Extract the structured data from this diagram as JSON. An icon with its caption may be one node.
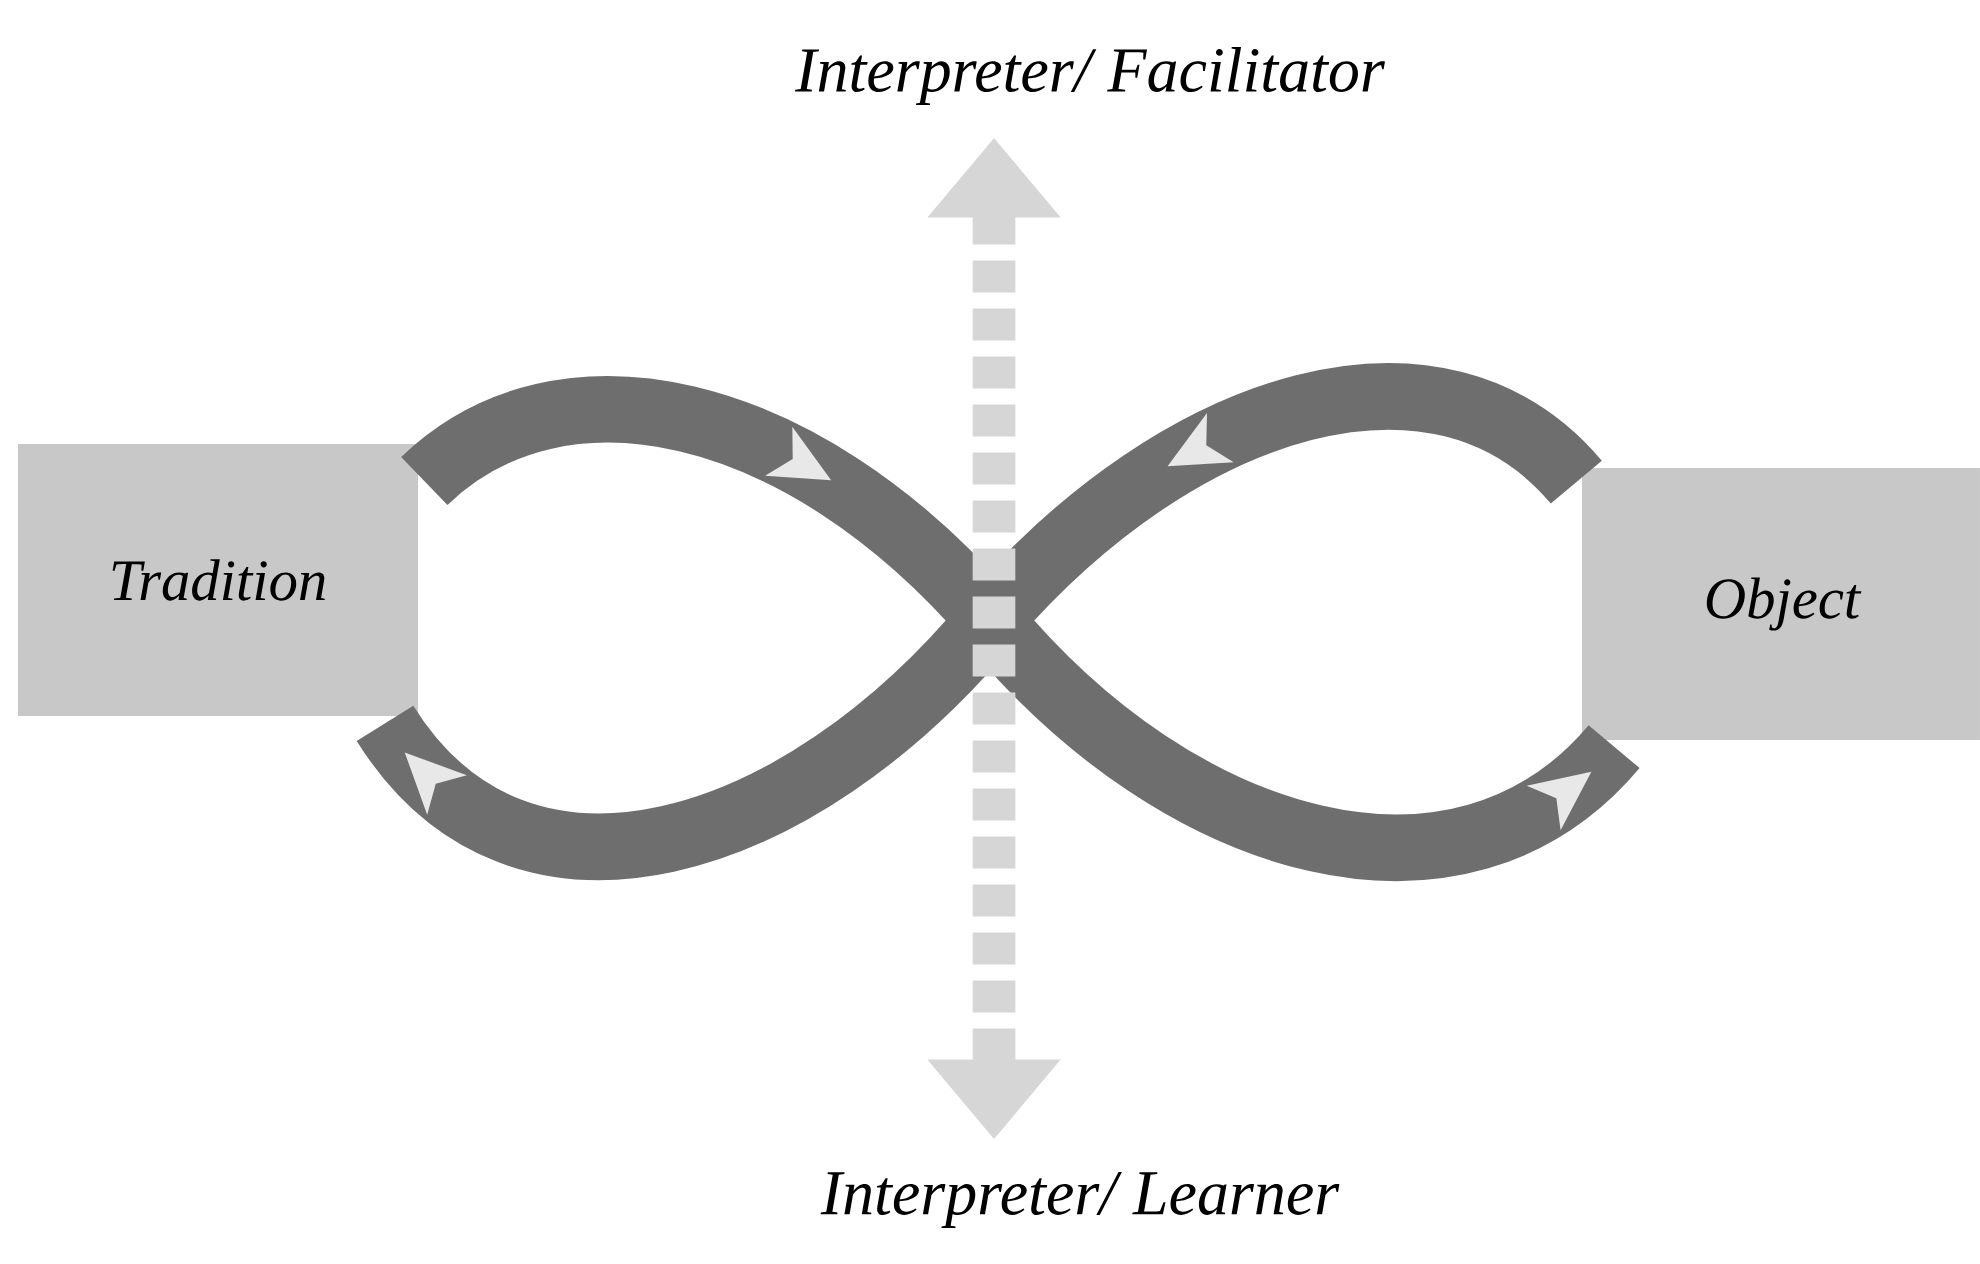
{
  "diagram": {
    "nodes": [
      {
        "text": [
          "Tradition"
        ]
      },
      {
        "text": [
          "Object"
        ]
      },
      {
        "text": [
          "Interpreter/ Facilitator"
        ]
      },
      {
        "text": [
          "Interpreter/ Learner"
        ]
      }
    ],
    "edges": [
      {
        "from": 0,
        "to": 1,
        "arrow": "to"
      },
      {
        "from": 1,
        "to": 0,
        "arrow": "to"
      },
      {
        "from": 2,
        "to": 3,
        "arrow": "both",
        "style": "dashed",
        "color": "#d6d6d6"
      }
    ]
  }
}
